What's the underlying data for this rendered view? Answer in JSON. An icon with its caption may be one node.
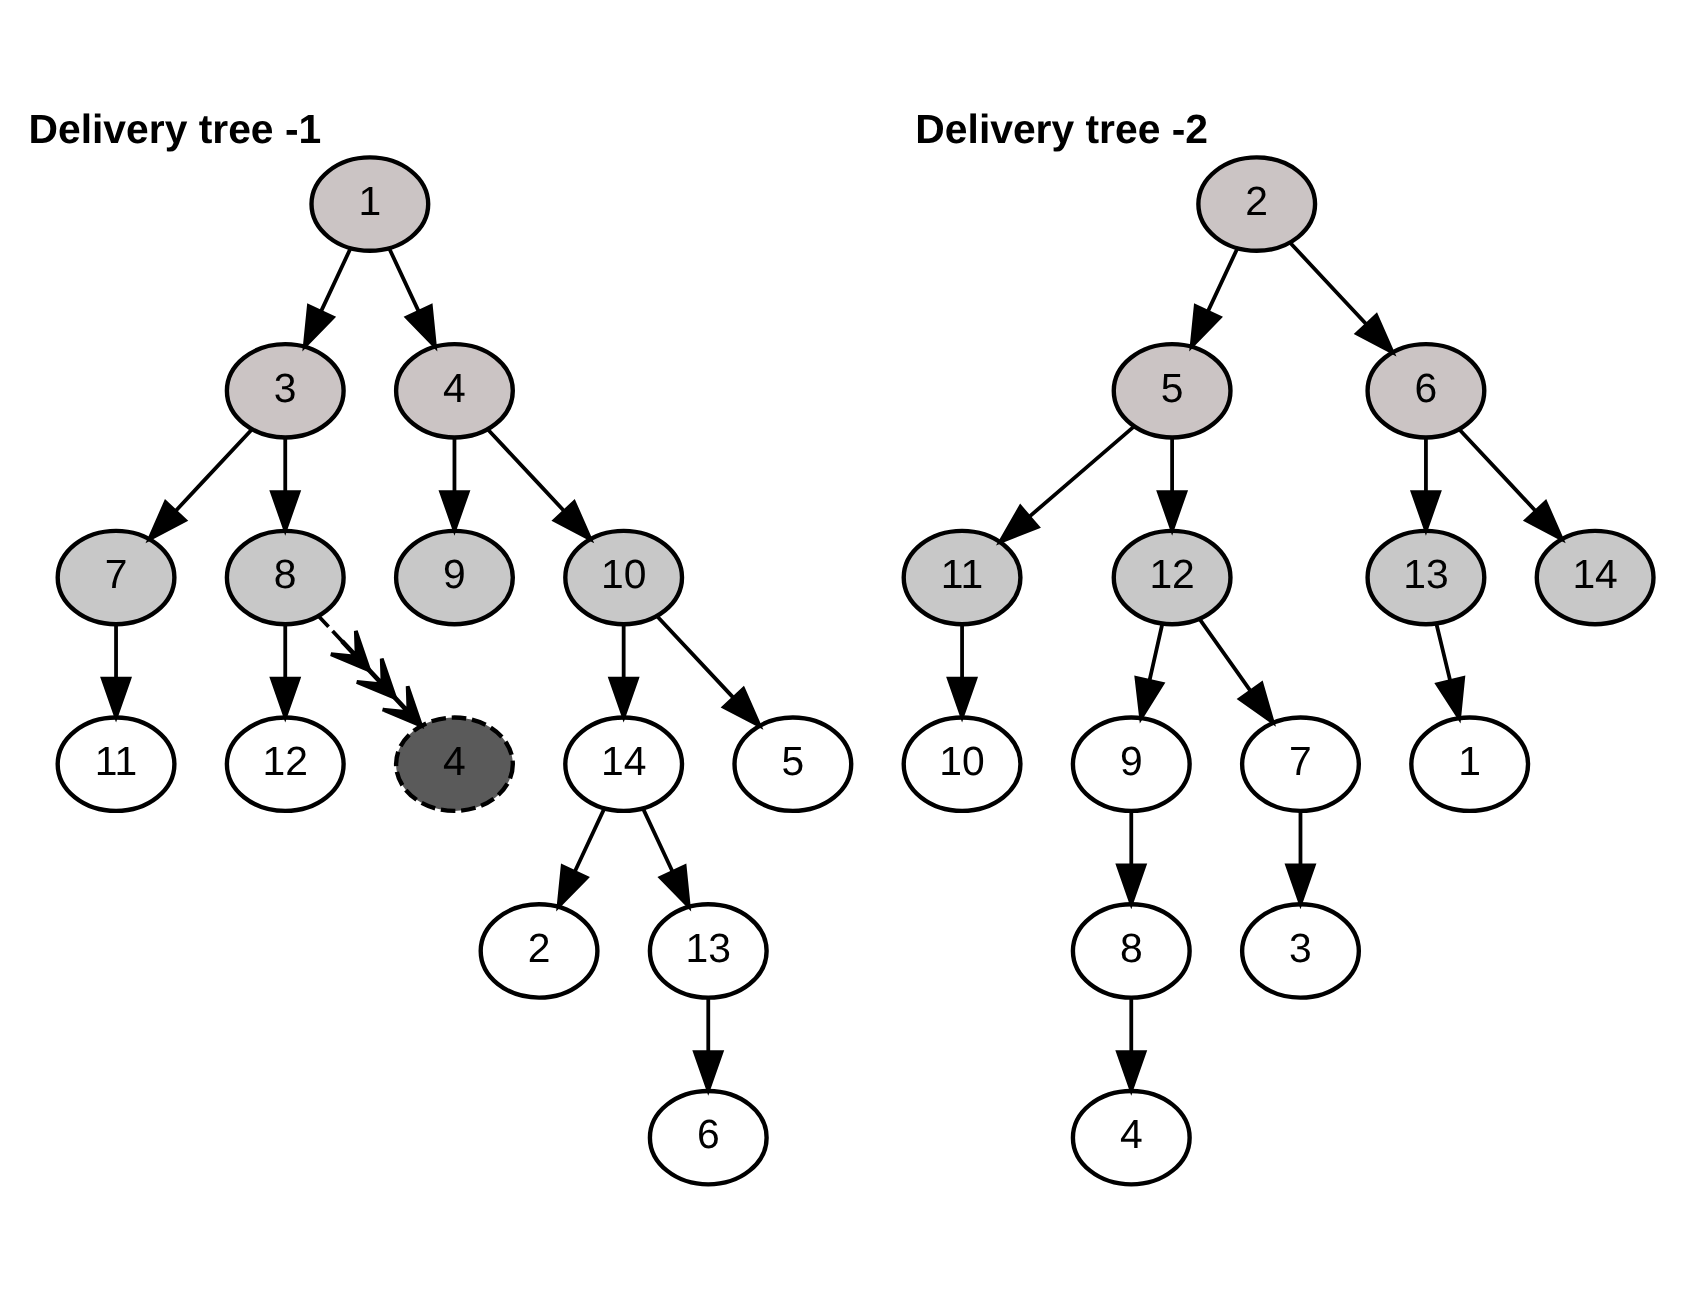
{
  "diagram": {
    "nodes": [
      {
        "text": [
          "1"
        ],
        "beside": [
          "Delivery tree -1"
        ]
      },
      {
        "text": [
          "3"
        ]
      },
      {
        "text": [
          "4"
        ]
      },
      {
        "text": [
          "7"
        ]
      },
      {
        "text": [
          "8"
        ]
      },
      {
        "text": [
          "9"
        ]
      },
      {
        "text": [
          "10"
        ]
      },
      {
        "text": [
          "11"
        ]
      },
      {
        "text": [
          "12"
        ]
      },
      {
        "text": [
          "4"
        ]
      },
      {
        "text": [
          "14"
        ]
      },
      {
        "text": [
          "5"
        ]
      },
      {
        "text": [
          "2"
        ]
      },
      {
        "text": [
          "13"
        ]
      },
      {
        "text": [
          "6"
        ]
      },
      {
        "text": [
          "2"
        ],
        "beside": [
          "Delivery tree -2"
        ]
      },
      {
        "text": [
          "5"
        ]
      },
      {
        "text": [
          "6"
        ]
      },
      {
        "text": [
          "11"
        ]
      },
      {
        "text": [
          "12"
        ]
      },
      {
        "text": [
          "13"
        ]
      },
      {
        "text": [
          "14"
        ]
      },
      {
        "text": [
          "10"
        ]
      },
      {
        "text": [
          "9"
        ]
      },
      {
        "text": [
          "7"
        ]
      },
      {
        "text": [
          "1"
        ]
      },
      {
        "text": [
          "8"
        ]
      },
      {
        "text": [
          "3"
        ]
      },
      {
        "text": [
          "4"
        ]
      }
    ],
    "edges": [
      {
        "from": 0,
        "to": 1,
        "arrow": "to"
      },
      {
        "from": 0,
        "to": 2,
        "arrow": "to"
      },
      {
        "from": 1,
        "to": 3,
        "arrow": "to"
      },
      {
        "from": 1,
        "to": 4,
        "arrow": "to"
      },
      {
        "from": 2,
        "to": 5,
        "arrow": "to"
      },
      {
        "from": 2,
        "to": 6,
        "arrow": "to"
      },
      {
        "from": 3,
        "to": 7,
        "arrow": "to"
      },
      {
        "from": 4,
        "to": 8,
        "arrow": "to"
      },
      {
        "from": 4,
        "to": 9,
        "arrow": "to",
        "style": "dashed"
      },
      {
        "from": 6,
        "to": 10,
        "arrow": "to"
      },
      {
        "from": 6,
        "to": 11,
        "arrow": "to"
      },
      {
        "from": 10,
        "to": 12,
        "arrow": "to"
      },
      {
        "from": 10,
        "to": 13,
        "arrow": "to"
      },
      {
        "from": 13,
        "to": 14,
        "arrow": "to"
      },
      {
        "from": 15,
        "to": 16,
        "arrow": "to"
      },
      {
        "from": 15,
        "to": 17,
        "arrow": "to"
      },
      {
        "from": 16,
        "to": 18,
        "arrow": "to"
      },
      {
        "from": 16,
        "to": 19,
        "arrow": "to"
      },
      {
        "from": 17,
        "to": 20,
        "arrow": "to"
      },
      {
        "from": 17,
        "to": 21,
        "arrow": "to"
      },
      {
        "from": 18,
        "to": 22,
        "arrow": "to"
      },
      {
        "from": 19,
        "to": 23,
        "arrow": "to"
      },
      {
        "from": 19,
        "to": 24,
        "arrow": "to"
      },
      {
        "from": 20,
        "to": 25,
        "arrow": "to"
      },
      {
        "from": 23,
        "to": 26,
        "arrow": "to"
      },
      {
        "from": 24,
        "to": 27,
        "arrow": "to"
      },
      {
        "from": 26,
        "to": 28,
        "arrow": "to"
      }
    ]
  }
}
